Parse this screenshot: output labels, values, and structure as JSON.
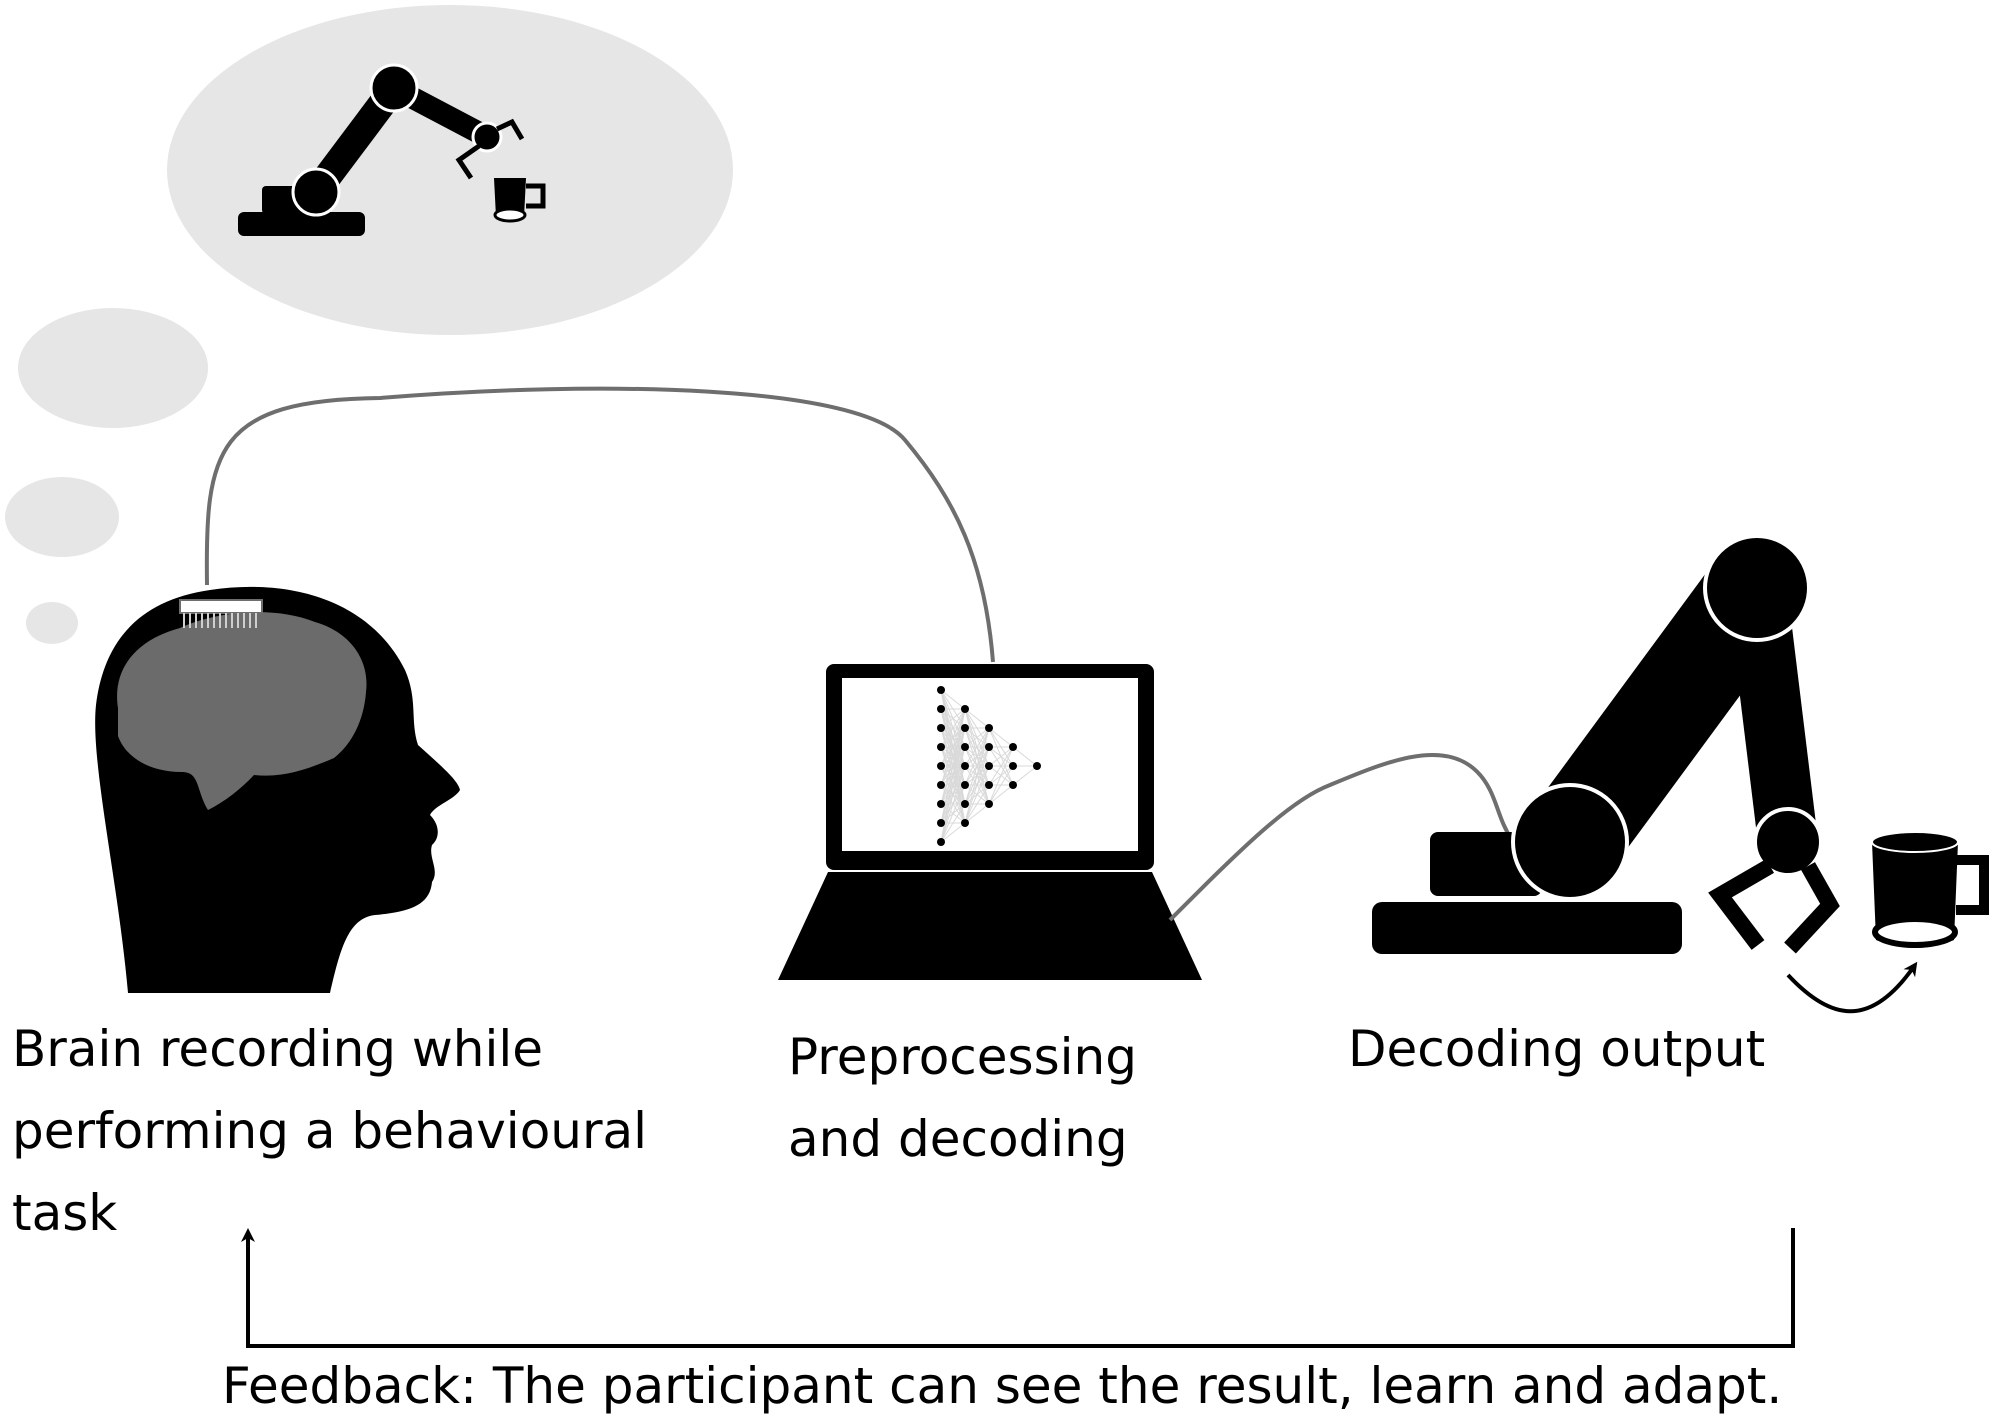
{
  "labels": {
    "brain_recording": [
      "Brain recording while",
      "performing a behavioural",
      "task"
    ],
    "preprocessing": [
      "Preprocessing",
      "and decoding"
    ],
    "decoding_output": [
      "Decoding output"
    ],
    "feedback": "Feedback: The participant can see the result, learn and adapt."
  },
  "icons": [
    "head-silhouette-icon",
    "brain-icon",
    "electrode-array-icon",
    "thought-bubble-icon",
    "laptop-icon",
    "neural-network-icon",
    "robot-arm-icon",
    "mug-icon"
  ],
  "colors": {
    "silhouette": "#000000",
    "brain": "#6b6b6b",
    "thought_bubble": "#e6e6e6",
    "cable": "#6e6e6e",
    "feedback_line": "#000000",
    "background": "#ffffff"
  },
  "neural_network": {
    "layers": [
      9,
      7,
      5,
      3,
      1
    ]
  }
}
